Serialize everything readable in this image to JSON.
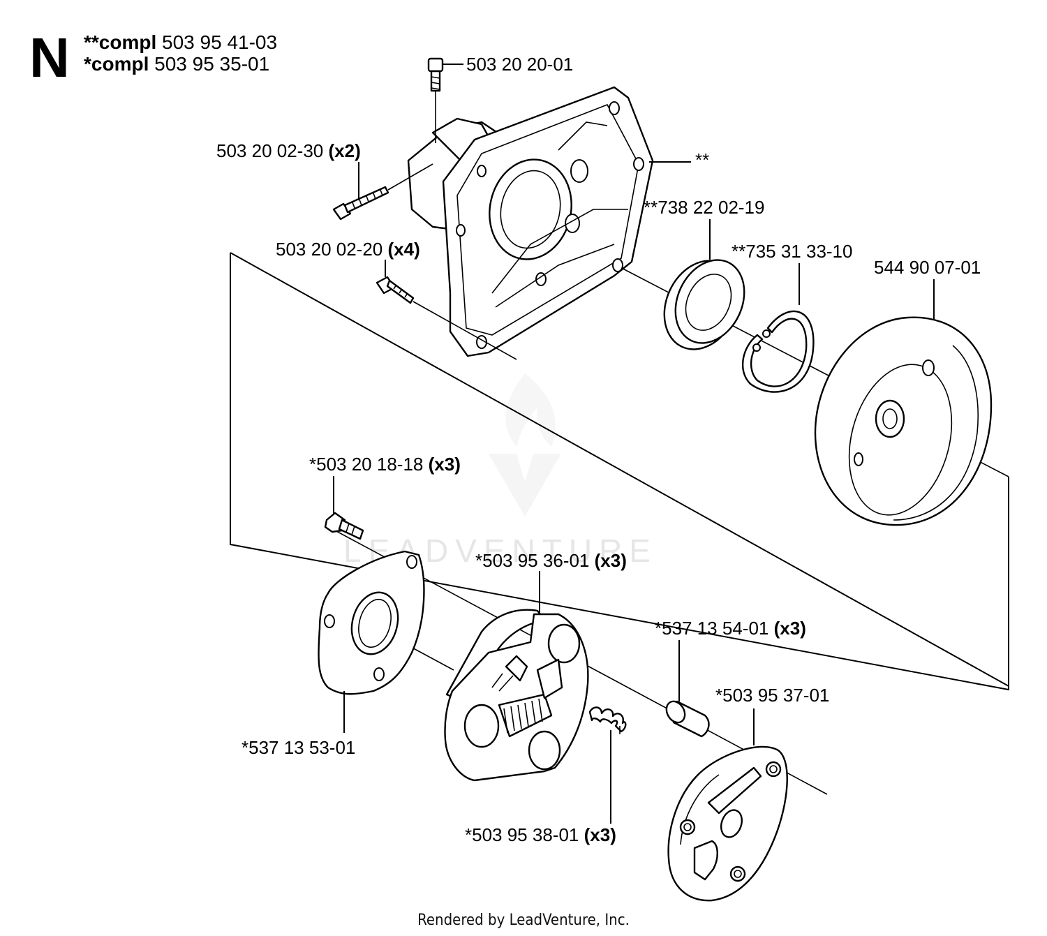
{
  "diagram": {
    "section_letter": "N",
    "header": [
      {
        "prefix": "**compl",
        "number": "503 95 41-03"
      },
      {
        "prefix": "*compl",
        "number": "503 95 35-01"
      }
    ],
    "labels": {
      "screw_top": {
        "text": "503 20 20-01",
        "qty": ""
      },
      "screw_side": {
        "text": "503 20 02-30",
        "qty": "(x2)"
      },
      "housing": {
        "text": "**",
        "qty": ""
      },
      "screw_small": {
        "text": "503 20 02-20",
        "qty": "(x4)"
      },
      "bearing": {
        "text": "**738 22 02-19",
        "qty": ""
      },
      "circlip": {
        "text": "**735 31 33-10",
        "qty": ""
      },
      "drum": {
        "text": "544 90 07-01",
        "qty": ""
      },
      "bolt": {
        "text": "*503 20 18-18",
        "qty": "(x3)"
      },
      "shoe": {
        "text": "*503 95 36-01",
        "qty": "(x3)"
      },
      "bushing": {
        "text": "*537 13 54-01",
        "qty": "(x3)"
      },
      "plate": {
        "text": "*537 13 53-01",
        "qty": ""
      },
      "hub": {
        "text": "*503 95 37-01",
        "qty": ""
      },
      "spring": {
        "text": "*503 95 38-01",
        "qty": "(x3)"
      }
    },
    "footer": "Rendered by LeadVenture, Inc.",
    "watermark": "LEADVENTURE"
  }
}
